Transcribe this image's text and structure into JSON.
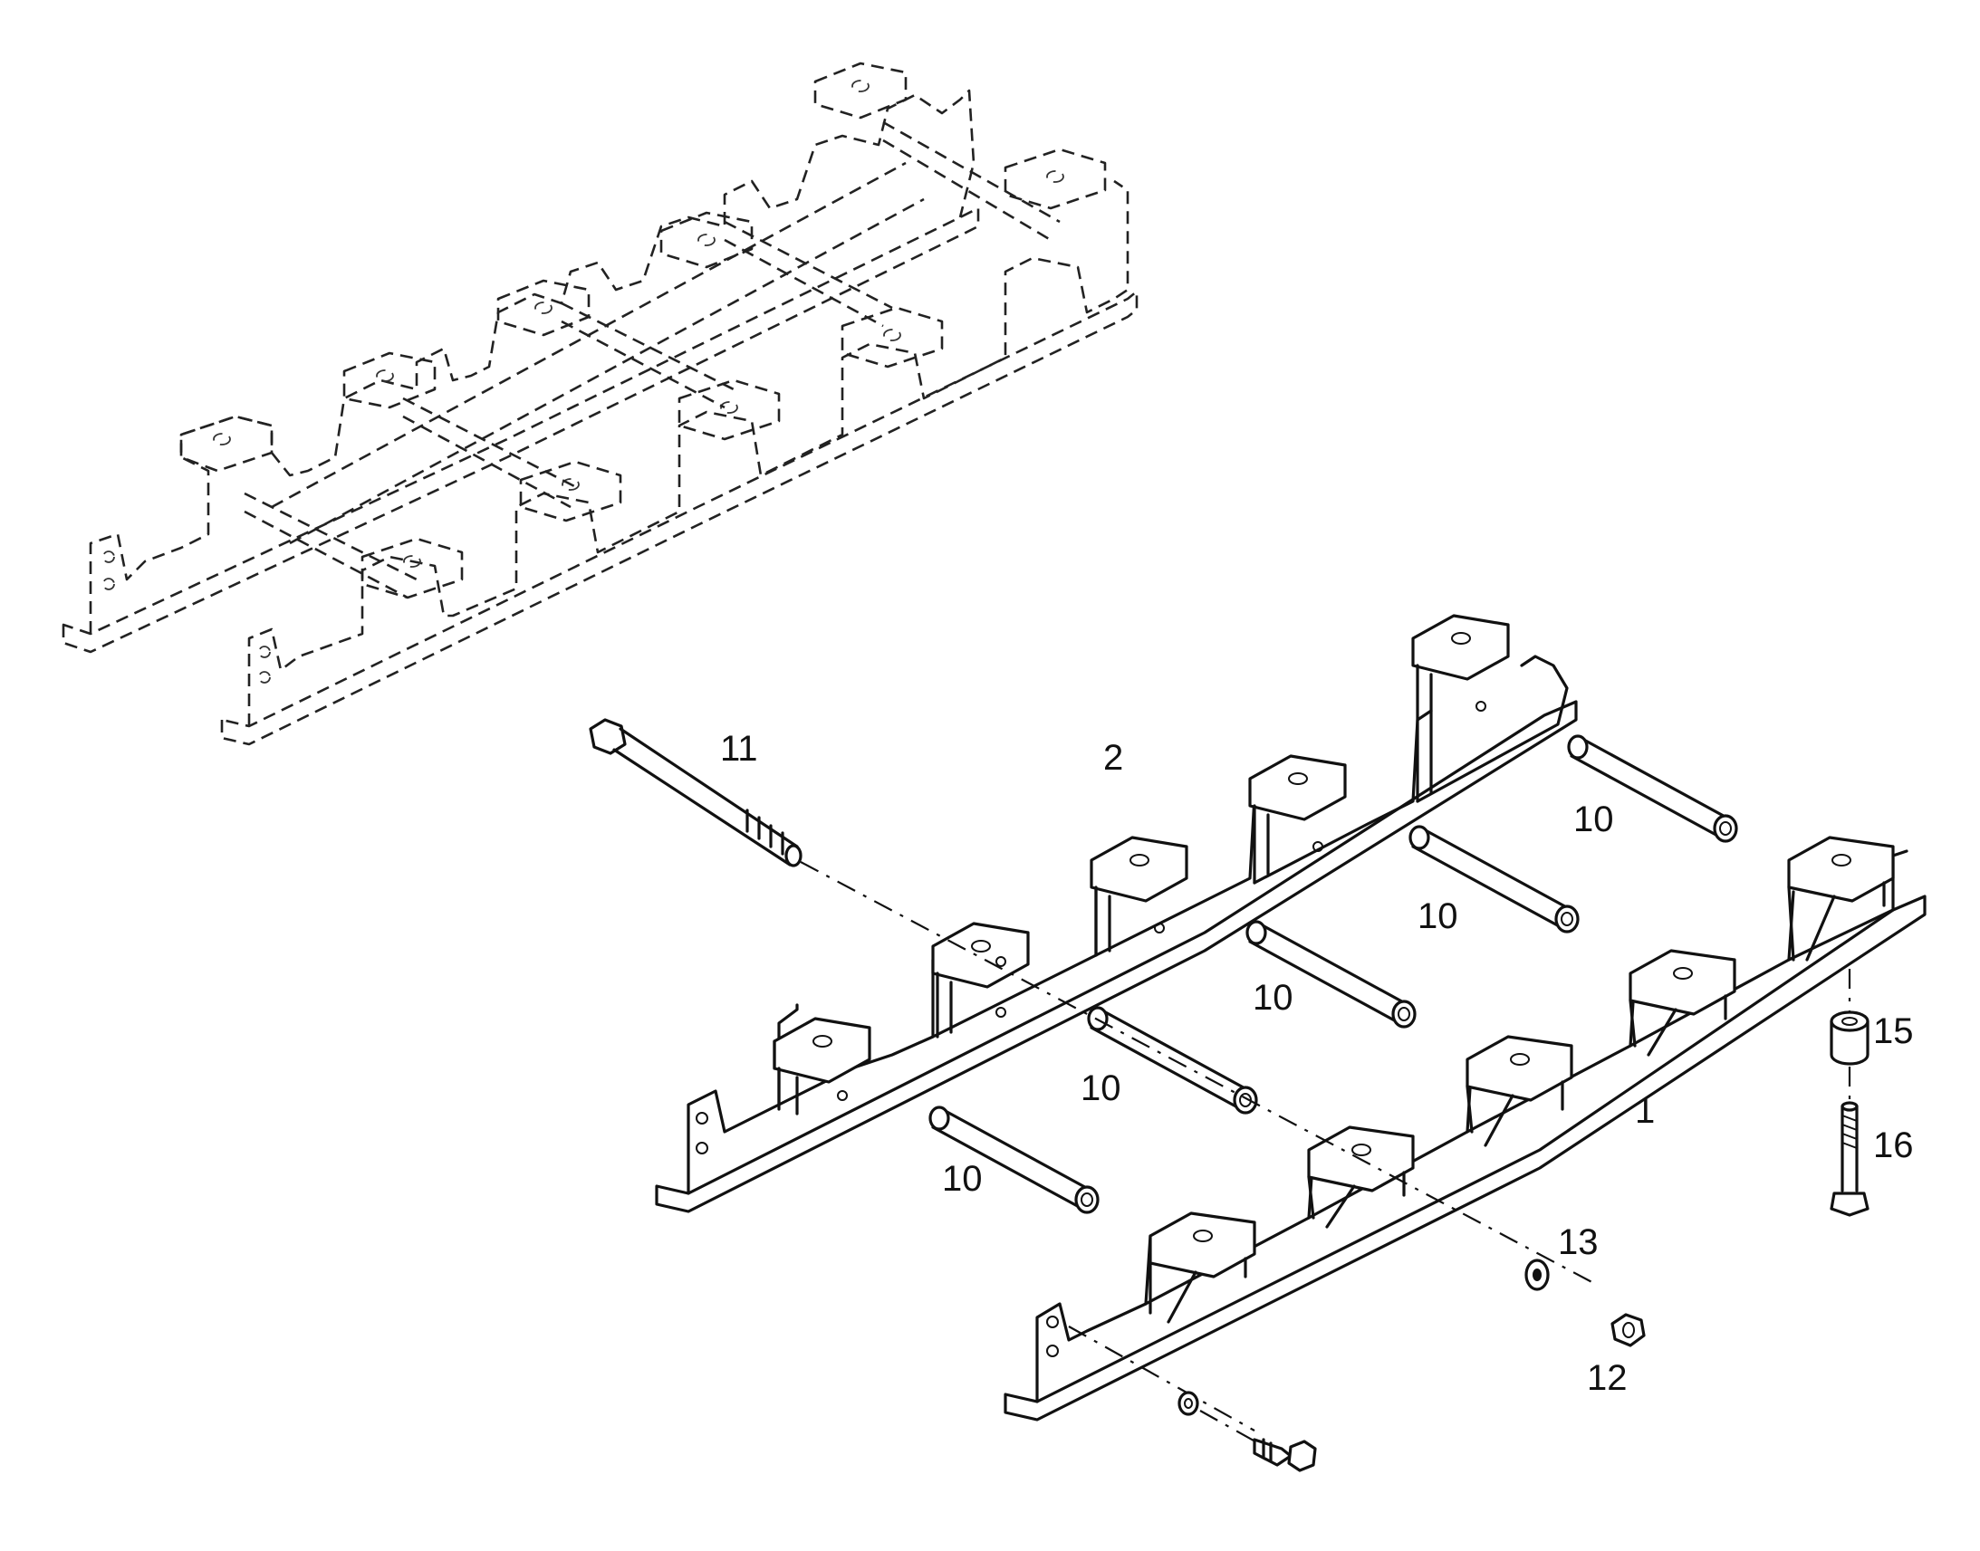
{
  "diagram": {
    "callouts": [
      {
        "id": "callout-11",
        "text": "11"
      },
      {
        "id": "callout-2",
        "text": "2"
      },
      {
        "id": "callout-10a",
        "text": "10"
      },
      {
        "id": "callout-10b",
        "text": "10"
      },
      {
        "id": "callout-10c",
        "text": "10"
      },
      {
        "id": "callout-10d",
        "text": "10"
      },
      {
        "id": "callout-10e",
        "text": "10"
      },
      {
        "id": "callout-15",
        "text": "15"
      },
      {
        "id": "callout-1",
        "text": "1"
      },
      {
        "id": "callout-16",
        "text": "16"
      },
      {
        "id": "callout-13",
        "text": "13"
      },
      {
        "id": "callout-12",
        "text": "12"
      }
    ]
  }
}
